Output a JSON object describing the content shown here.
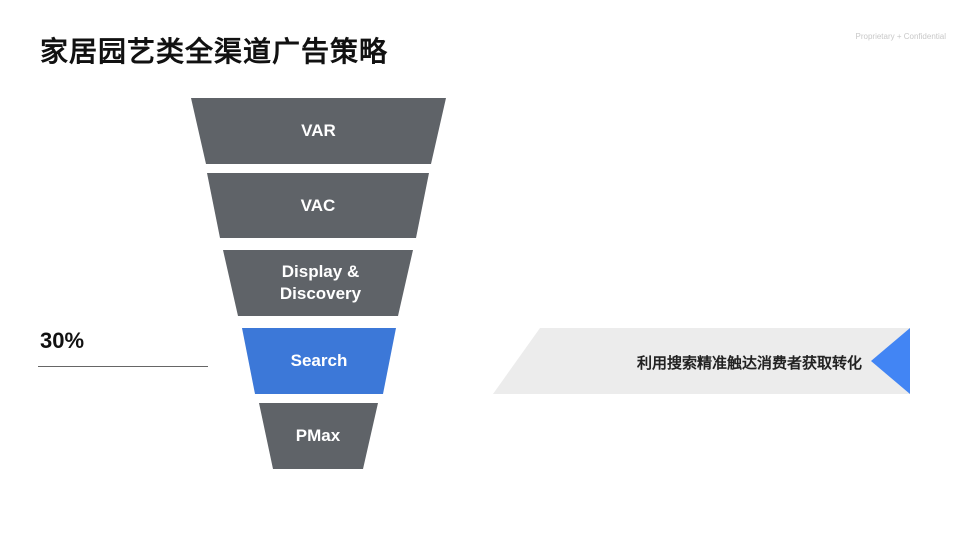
{
  "header": {
    "title": "家居园艺类全渠道广告策略",
    "confidential": "Proprietary + Confidential"
  },
  "funnel": {
    "stages": [
      {
        "label": "VAR",
        "color": "#5f6368"
      },
      {
        "label": "VAC",
        "color": "#5f6368"
      },
      {
        "label": "Display &\nDiscovery",
        "color": "#5f6368"
      },
      {
        "label": "Search",
        "color": "#3c78d8"
      },
      {
        "label": "PMax",
        "color": "#5f6368"
      }
    ]
  },
  "share": {
    "value": "30%"
  },
  "banner": {
    "text": "利用搜索精准触达消费者获取转化",
    "background_color": "#ececec",
    "arrow_color": "#4285f4"
  }
}
